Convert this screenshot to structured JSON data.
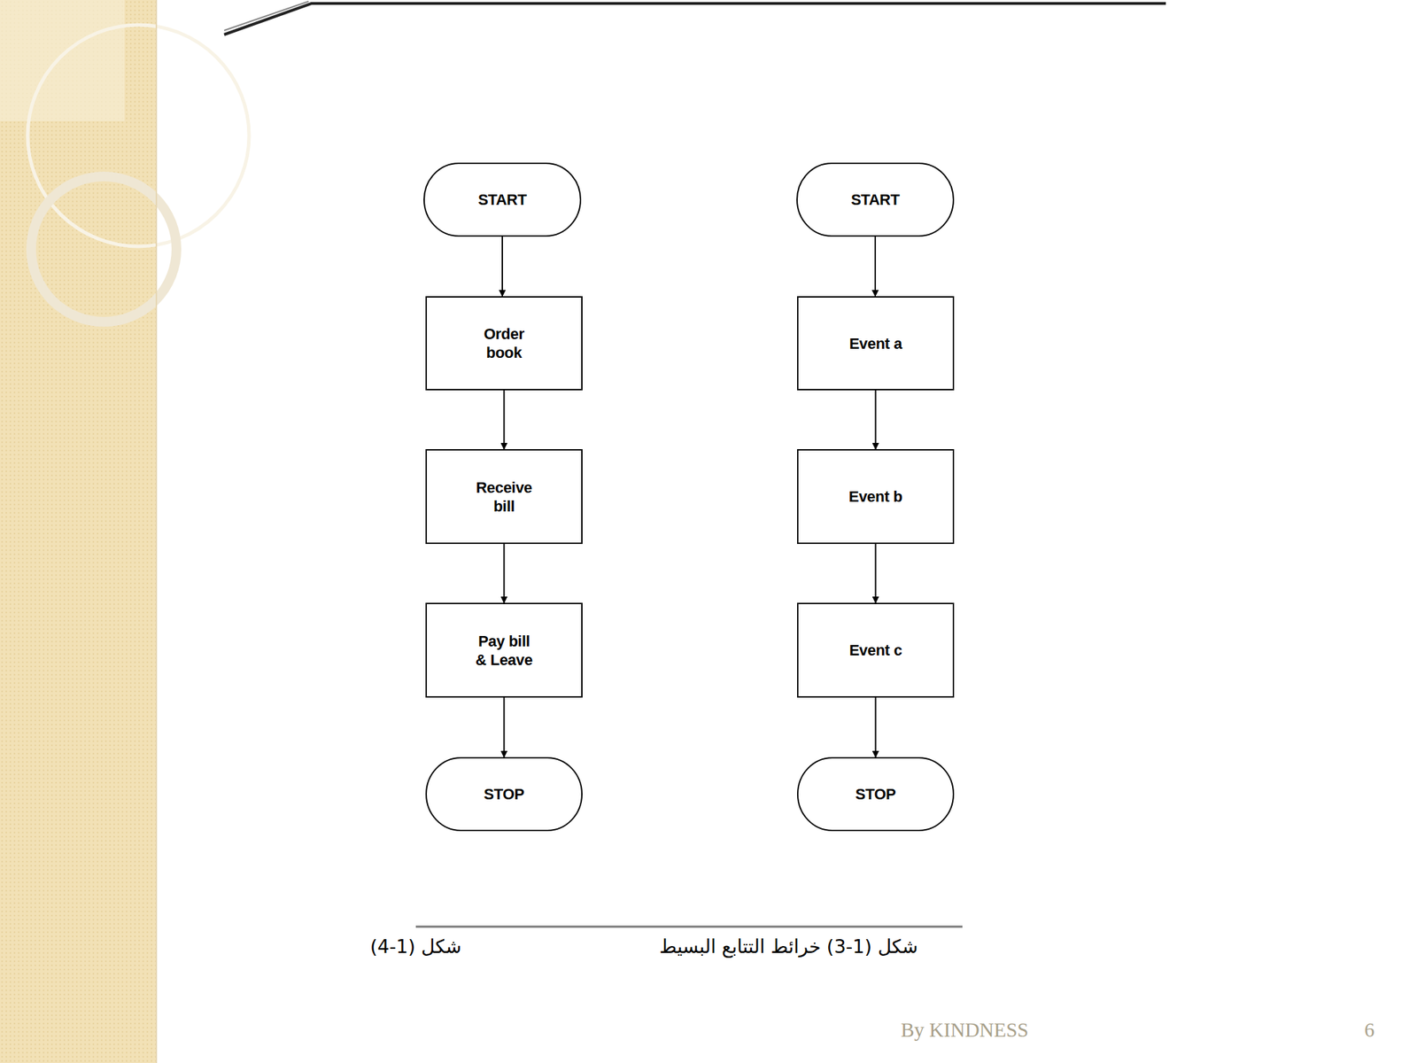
{
  "diagram": {
    "nodes": [
      {
        "text": [
          "START"
        ]
      },
      {
        "text": [
          "Order book"
        ]
      },
      {
        "text": [
          "Receive bill"
        ]
      },
      {
        "text": [
          "Pay bill & Leave"
        ]
      },
      {
        "text": [
          "STOP"
        ]
      },
      {
        "text": [
          "START"
        ]
      },
      {
        "text": [
          "Event a"
        ]
      },
      {
        "text": [
          "Event b"
        ]
      },
      {
        "text": [
          "Event c"
        ]
      },
      {
        "text": [
          "STOP"
        ]
      }
    ],
    "edges": [
      {
        "from": 0,
        "to": 1,
        "arrow": "to"
      },
      {
        "from": 1,
        "to": 2,
        "arrow": "to"
      },
      {
        "from": 2,
        "to": 3,
        "arrow": "to"
      },
      {
        "from": 3,
        "to": 4,
        "arrow": "to"
      },
      {
        "from": 5,
        "to": 6,
        "arrow": "to"
      },
      {
        "from": 6,
        "to": 7,
        "arrow": "to"
      },
      {
        "from": 7,
        "to": 8,
        "arrow": "to"
      },
      {
        "from": 8,
        "to": 9,
        "arrow": "to"
      }
    ],
    "labels": [
      "شكل (1-4)",
      "شكل (1-3) خرائط التتابع البسيط",
      "By KINDNESS",
      "6"
    ]
  }
}
